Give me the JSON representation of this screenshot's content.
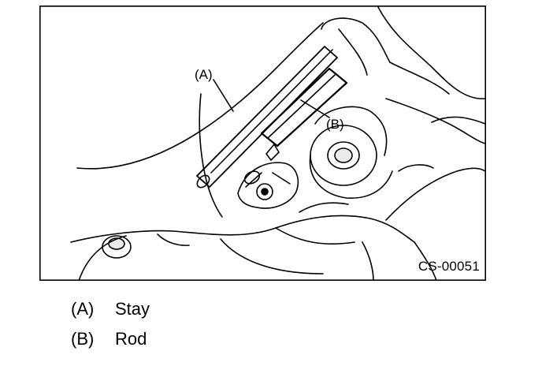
{
  "figure": {
    "id_label": "CS-00051",
    "callouts": [
      {
        "key": "a",
        "label": "(A)"
      },
      {
        "key": "b",
        "label": "(B)"
      }
    ]
  },
  "legend": [
    {
      "letter": "(A)",
      "text": "Stay"
    },
    {
      "letter": "(B)",
      "text": "Rod"
    }
  ]
}
